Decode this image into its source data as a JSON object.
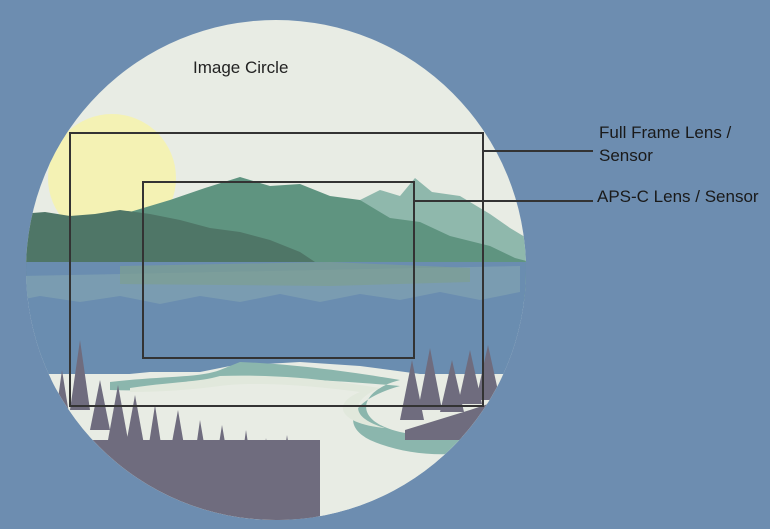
{
  "labels": {
    "image_circle": "Image Circle",
    "full_frame_line1": "Full Frame Lens /",
    "full_frame_line2": "Sensor",
    "apsc": "APS-C Lens / Sensor"
  },
  "colors": {
    "background": "#6d8db0",
    "circle_fill": "#e8ece4",
    "sun": "#f4f2b4",
    "mountain_dark": "#4f7667",
    "mountain_mid": "#5f9480",
    "mountain_light": "#8fb8ac",
    "water": "#6a8db0",
    "river_edge": "#8bb6ad",
    "trees": "#6f6c7e",
    "frame_stroke": "#333333"
  },
  "icons": [
    "mountain-landscape-illustration",
    "sun-icon",
    "pine-tree-icon"
  ]
}
